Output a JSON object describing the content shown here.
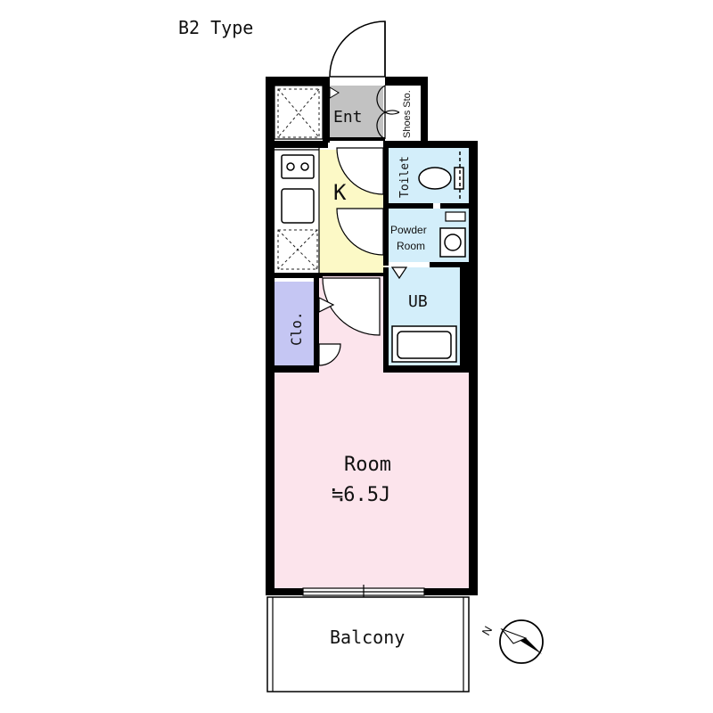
{
  "title": "B2 Type",
  "rooms": {
    "entrance": "Ent",
    "shoes_storage": "Shoes Sto.",
    "kitchen": "K",
    "toilet": "Toilet",
    "powder_room_line1": "Powder",
    "powder_room_line2": "Room",
    "unit_bath": "UB",
    "closet": "Clo.",
    "room_name": "Room",
    "room_size": "≒6.5J",
    "balcony": "Balcony"
  },
  "compass": {
    "north_label": "N"
  },
  "colors": {
    "room": "#fce4ec",
    "kitchen": "#fcf9c6",
    "closet": "#c5c6f3",
    "wet_area": "#d3eefa",
    "entrance": "#c2c2c2",
    "wall": "#000000"
  }
}
